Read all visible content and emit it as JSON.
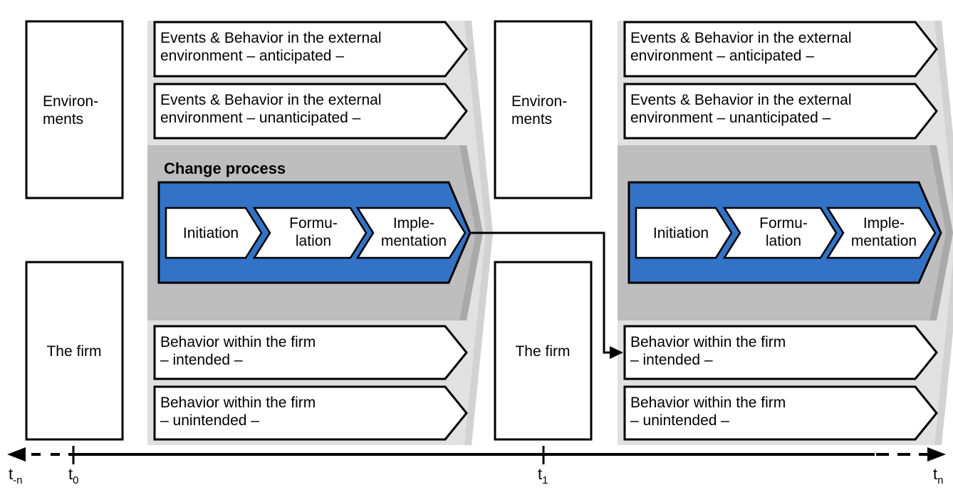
{
  "colors": {
    "blue": "#3273C7",
    "light_band": "#E1E1E1",
    "light_band_shadow": "#D2D2D2",
    "dark_band": "#BEBEBE",
    "dark_band_shadow": "#A9A9A9",
    "outline": "#000000",
    "banner_fill": "#FFFFFF"
  },
  "boxes": {
    "environments": {
      "line1": "Environ-",
      "line2": "ments"
    },
    "firm": {
      "label": "The firm"
    }
  },
  "banners": {
    "anticipated": {
      "line1": "Events & Behavior in the external",
      "line2": "environment – anticipated –"
    },
    "unanticipated": {
      "line1": "Events & Behavior in the external",
      "line2": "environment – unanticipated –"
    },
    "intended": {
      "line1": "Behavior within the firm",
      "line2": "– intended –"
    },
    "unintended": {
      "line1": "Behavior within the firm",
      "line2": "– unintended –"
    }
  },
  "change_process": {
    "label": "Change process",
    "stages": [
      {
        "line1": "Initiation",
        "line2": ""
      },
      {
        "line1": "Formu-",
        "line2": "lation"
      },
      {
        "line1": "Imple-",
        "line2": "mentation"
      }
    ]
  },
  "timeline": {
    "t_minus_n": {
      "base": "t",
      "sub": "-n"
    },
    "t_zero": {
      "base": "t",
      "sub": "0"
    },
    "t_one": {
      "base": "t",
      "sub": "1"
    },
    "t_n": {
      "base": "t",
      "sub": "n"
    }
  }
}
